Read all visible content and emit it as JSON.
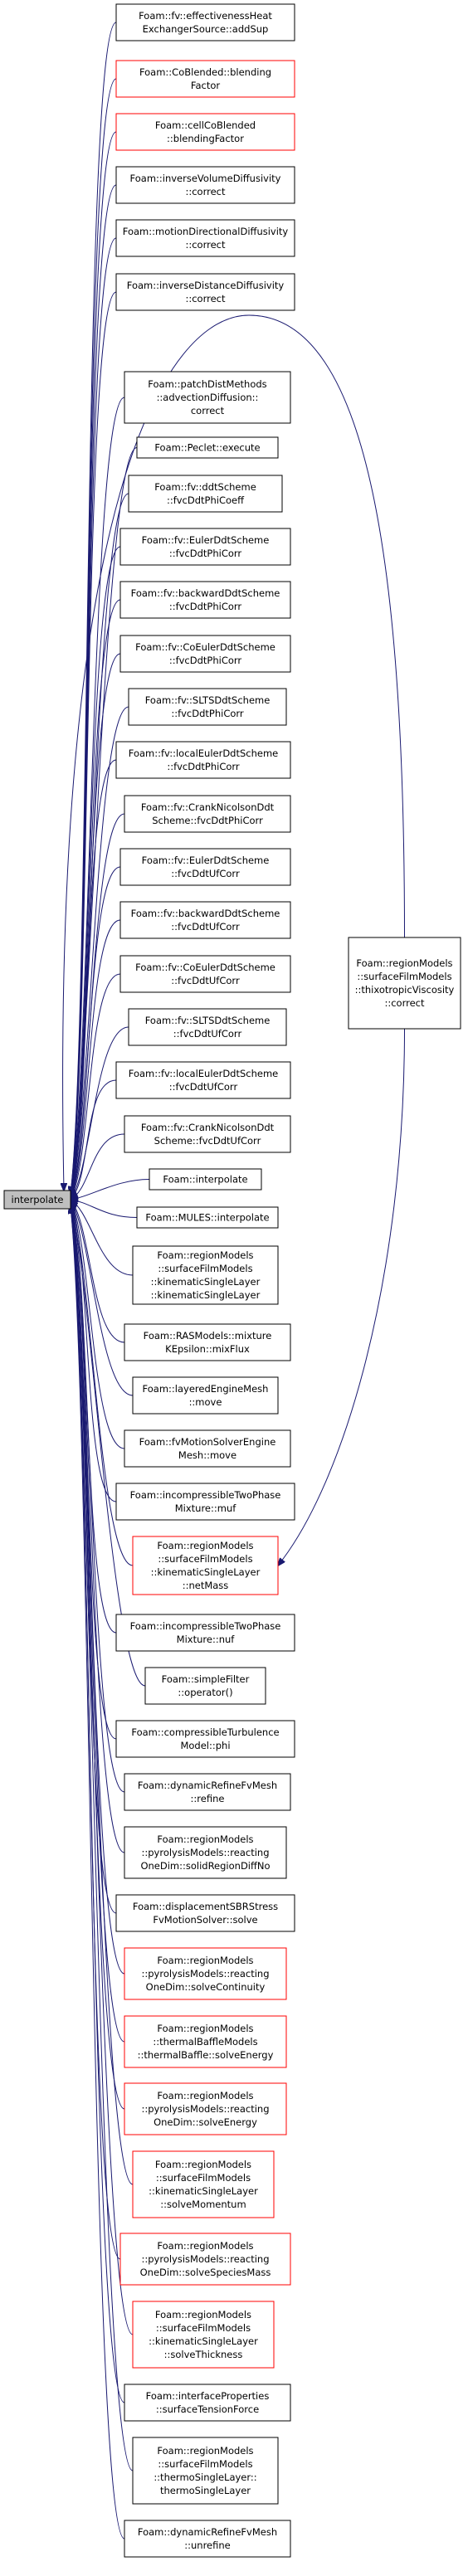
{
  "root": {
    "label": "interpolate"
  },
  "callers": [
    {
      "id": "n1",
      "lines": [
        "Foam::fv::effectivenessHeat",
        "ExchangerSource::addSup"
      ],
      "red": false
    },
    {
      "id": "n2",
      "lines": [
        "Foam::CoBlended::blending",
        "Factor"
      ],
      "red": true
    },
    {
      "id": "n3",
      "lines": [
        "Foam::cellCoBlended",
        "::blendingFactor"
      ],
      "red": true
    },
    {
      "id": "n4",
      "lines": [
        "Foam::inverseVolumeDiffusivity",
        "::correct"
      ],
      "red": false
    },
    {
      "id": "n5",
      "lines": [
        "Foam::motionDirectionalDiffusivity",
        "::correct"
      ],
      "red": false
    },
    {
      "id": "n6",
      "lines": [
        "Foam::inverseDistanceDiffusivity",
        "::correct"
      ],
      "red": false
    },
    {
      "id": "n7",
      "lines": [
        "Foam::regionModels",
        "::surfaceFilmModels",
        "::thixotropicViscosity",
        "::correct"
      ],
      "red": false
    },
    {
      "id": "n8",
      "lines": [
        "Foam::patchDistMethods",
        "::advectionDiffusion::",
        "correct"
      ],
      "red": false
    },
    {
      "id": "n9",
      "lines": [
        "Foam::Peclet::execute"
      ],
      "red": false
    },
    {
      "id": "n10",
      "lines": [
        "Foam::fv::ddtScheme",
        "::fvcDdtPhiCoeff"
      ],
      "red": false
    },
    {
      "id": "n11",
      "lines": [
        "Foam::fv::EulerDdtScheme",
        "::fvcDdtPhiCorr"
      ],
      "red": false
    },
    {
      "id": "n12",
      "lines": [
        "Foam::fv::backwardDdtScheme",
        "::fvcDdtPhiCorr"
      ],
      "red": false
    },
    {
      "id": "n13",
      "lines": [
        "Foam::fv::CoEulerDdtScheme",
        "::fvcDdtPhiCorr"
      ],
      "red": false
    },
    {
      "id": "n14",
      "lines": [
        "Foam::fv::SLTSDdtScheme",
        "::fvcDdtPhiCorr"
      ],
      "red": false
    },
    {
      "id": "n15",
      "lines": [
        "Foam::fv::localEulerDdtScheme",
        "::fvcDdtPhiCorr"
      ],
      "red": false
    },
    {
      "id": "n16",
      "lines": [
        "Foam::fv::CrankNicolsonDdt",
        "Scheme::fvcDdtPhiCorr"
      ],
      "red": false
    },
    {
      "id": "n17",
      "lines": [
        "Foam::fv::EulerDdtScheme",
        "::fvcDdtUfCorr"
      ],
      "red": false
    },
    {
      "id": "n18",
      "lines": [
        "Foam::fv::backwardDdtScheme",
        "::fvcDdtUfCorr"
      ],
      "red": false
    },
    {
      "id": "n19",
      "lines": [
        "Foam::fv::CoEulerDdtScheme",
        "::fvcDdtUfCorr"
      ],
      "red": false
    },
    {
      "id": "n20",
      "lines": [
        "Foam::fv::SLTSDdtScheme",
        "::fvcDdtUfCorr"
      ],
      "red": false
    },
    {
      "id": "n21",
      "lines": [
        "Foam::fv::localEulerDdtScheme",
        "::fvcDdtUfCorr"
      ],
      "red": false
    },
    {
      "id": "n22",
      "lines": [
        "Foam::fv::CrankNicolsonDdt",
        "Scheme::fvcDdtUfCorr"
      ],
      "red": false
    },
    {
      "id": "n23",
      "lines": [
        "Foam::interpolate"
      ],
      "red": false
    },
    {
      "id": "n24",
      "lines": [
        "Foam::MULES::interpolate"
      ],
      "red": false
    },
    {
      "id": "n25",
      "lines": [
        "Foam::regionModels",
        "::surfaceFilmModels",
        "::kinematicSingleLayer",
        "::kinematicSingleLayer"
      ],
      "red": false
    },
    {
      "id": "n26",
      "lines": [
        "Foam::RASModels::mixture",
        "KEpsilon::mixFlux"
      ],
      "red": false
    },
    {
      "id": "n27",
      "lines": [
        "Foam::layeredEngineMesh",
        "::move"
      ],
      "red": false
    },
    {
      "id": "n28",
      "lines": [
        "Foam::fvMotionSolverEngine",
        "Mesh::move"
      ],
      "red": false
    },
    {
      "id": "n29",
      "lines": [
        "Foam::incompressibleTwoPhase",
        "Mixture::muf"
      ],
      "red": false
    },
    {
      "id": "n30",
      "lines": [
        "Foam::regionModels",
        "::surfaceFilmModels",
        "::kinematicSingleLayer",
        "::netMass"
      ],
      "red": true
    },
    {
      "id": "n31",
      "lines": [
        "Foam::incompressibleTwoPhase",
        "Mixture::nuf"
      ],
      "red": false
    },
    {
      "id": "n32",
      "lines": [
        "Foam::simpleFilter",
        "::operator()"
      ],
      "red": false
    },
    {
      "id": "n33",
      "lines": [
        "Foam::compressibleTurbulence",
        "Model::phi"
      ],
      "red": false
    },
    {
      "id": "n34",
      "lines": [
        "Foam::dynamicRefineFvMesh",
        "::refine"
      ],
      "red": false
    },
    {
      "id": "n35",
      "lines": [
        "Foam::regionModels",
        "::pyrolysisModels::reacting",
        "OneDim::solidRegionDiffNo"
      ],
      "red": false
    },
    {
      "id": "n36",
      "lines": [
        "Foam::displacementSBRStress",
        "FvMotionSolver::solve"
      ],
      "red": false
    },
    {
      "id": "n37",
      "lines": [
        "Foam::regionModels",
        "::pyrolysisModels::reacting",
        "OneDim::solveContinuity"
      ],
      "red": true
    },
    {
      "id": "n38",
      "lines": [
        "Foam::regionModels",
        "::thermalBaffleModels",
        "::thermalBaffle::solveEnergy"
      ],
      "red": true
    },
    {
      "id": "n39",
      "lines": [
        "Foam::regionModels",
        "::pyrolysisModels::reacting",
        "OneDim::solveEnergy"
      ],
      "red": true
    },
    {
      "id": "n40",
      "lines": [
        "Foam::regionModels",
        "::surfaceFilmModels",
        "::kinematicSingleLayer",
        "::solveMomentum"
      ],
      "red": true
    },
    {
      "id": "n41",
      "lines": [
        "Foam::regionModels",
        "::pyrolysisModels::reacting",
        "OneDim::solveSpeciesMass"
      ],
      "red": true
    },
    {
      "id": "n42",
      "lines": [
        "Foam::regionModels",
        "::surfaceFilmModels",
        "::kinematicSingleLayer",
        "::solveThickness"
      ],
      "red": true
    },
    {
      "id": "n43",
      "lines": [
        "Foam::interfaceProperties",
        "::surfaceTensionForce"
      ],
      "red": false
    },
    {
      "id": "n44",
      "lines": [
        "Foam::regionModels",
        "::surfaceFilmModels",
        "::thermoSingleLayer::",
        "thermoSingleLayer"
      ],
      "red": false
    },
    {
      "id": "n45",
      "lines": [
        "Foam::dynamicRefineFvMesh",
        "::unrefine"
      ],
      "red": false
    }
  ],
  "edges": [
    {
      "from": "n1",
      "to": "root"
    },
    {
      "from": "n2",
      "to": "root"
    },
    {
      "from": "n3",
      "to": "root"
    },
    {
      "from": "n4",
      "to": "root"
    },
    {
      "from": "n5",
      "to": "root"
    },
    {
      "from": "n6",
      "to": "root"
    },
    {
      "from": "n7",
      "to": "root"
    },
    {
      "from": "n8",
      "to": "root"
    },
    {
      "from": "n9",
      "to": "root"
    },
    {
      "from": "n10",
      "to": "root"
    },
    {
      "from": "n11",
      "to": "root"
    },
    {
      "from": "n12",
      "to": "root"
    },
    {
      "from": "n13",
      "to": "root"
    },
    {
      "from": "n14",
      "to": "root"
    },
    {
      "from": "n15",
      "to": "root"
    },
    {
      "from": "n16",
      "to": "root"
    },
    {
      "from": "n17",
      "to": "root"
    },
    {
      "from": "n18",
      "to": "root"
    },
    {
      "from": "n19",
      "to": "root"
    },
    {
      "from": "n20",
      "to": "root"
    },
    {
      "from": "n21",
      "to": "root"
    },
    {
      "from": "n22",
      "to": "root"
    },
    {
      "from": "n23",
      "to": "root"
    },
    {
      "from": "n24",
      "to": "root"
    },
    {
      "from": "n25",
      "to": "root"
    },
    {
      "from": "n26",
      "to": "root"
    },
    {
      "from": "n27",
      "to": "root"
    },
    {
      "from": "n28",
      "to": "root"
    },
    {
      "from": "n29",
      "to": "root"
    },
    {
      "from": "n30",
      "to": "root"
    },
    {
      "from": "n31",
      "to": "root"
    },
    {
      "from": "n32",
      "to": "root"
    },
    {
      "from": "n33",
      "to": "root"
    },
    {
      "from": "n34",
      "to": "root"
    },
    {
      "from": "n35",
      "to": "root"
    },
    {
      "from": "n36",
      "to": "root"
    },
    {
      "from": "n37",
      "to": "root"
    },
    {
      "from": "n38",
      "to": "root"
    },
    {
      "from": "n39",
      "to": "root"
    },
    {
      "from": "n40",
      "to": "root"
    },
    {
      "from": "n41",
      "to": "root"
    },
    {
      "from": "n42",
      "to": "root"
    },
    {
      "from": "n43",
      "to": "root"
    },
    {
      "from": "n44",
      "to": "root"
    },
    {
      "from": "n45",
      "to": "root"
    },
    {
      "from": "n7",
      "to": "n30"
    }
  ],
  "colors": {
    "edge": "#191970",
    "node_border": "#000000",
    "node_border_highlight": "#ff0000",
    "root_fill": "#bfbfbf"
  }
}
